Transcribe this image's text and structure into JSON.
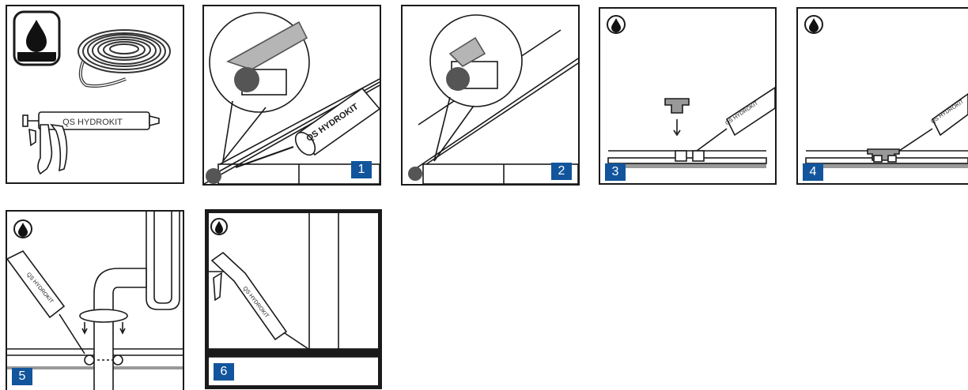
{
  "product": {
    "tube_label": "QS HYDROKIT"
  },
  "steps": [
    {
      "number": "1"
    },
    {
      "number": "2"
    },
    {
      "number": "3"
    },
    {
      "number": "4"
    },
    {
      "number": "5"
    },
    {
      "number": "6"
    }
  ],
  "colors": {
    "badge": "#12559c",
    "outline": "#1a1a1a",
    "foam": "#555555",
    "floor": "#999999"
  },
  "icons": [
    "water-drop-icon",
    "foam-cord-coil-icon",
    "caulking-gun-icon",
    "sealant-tube-icon"
  ]
}
